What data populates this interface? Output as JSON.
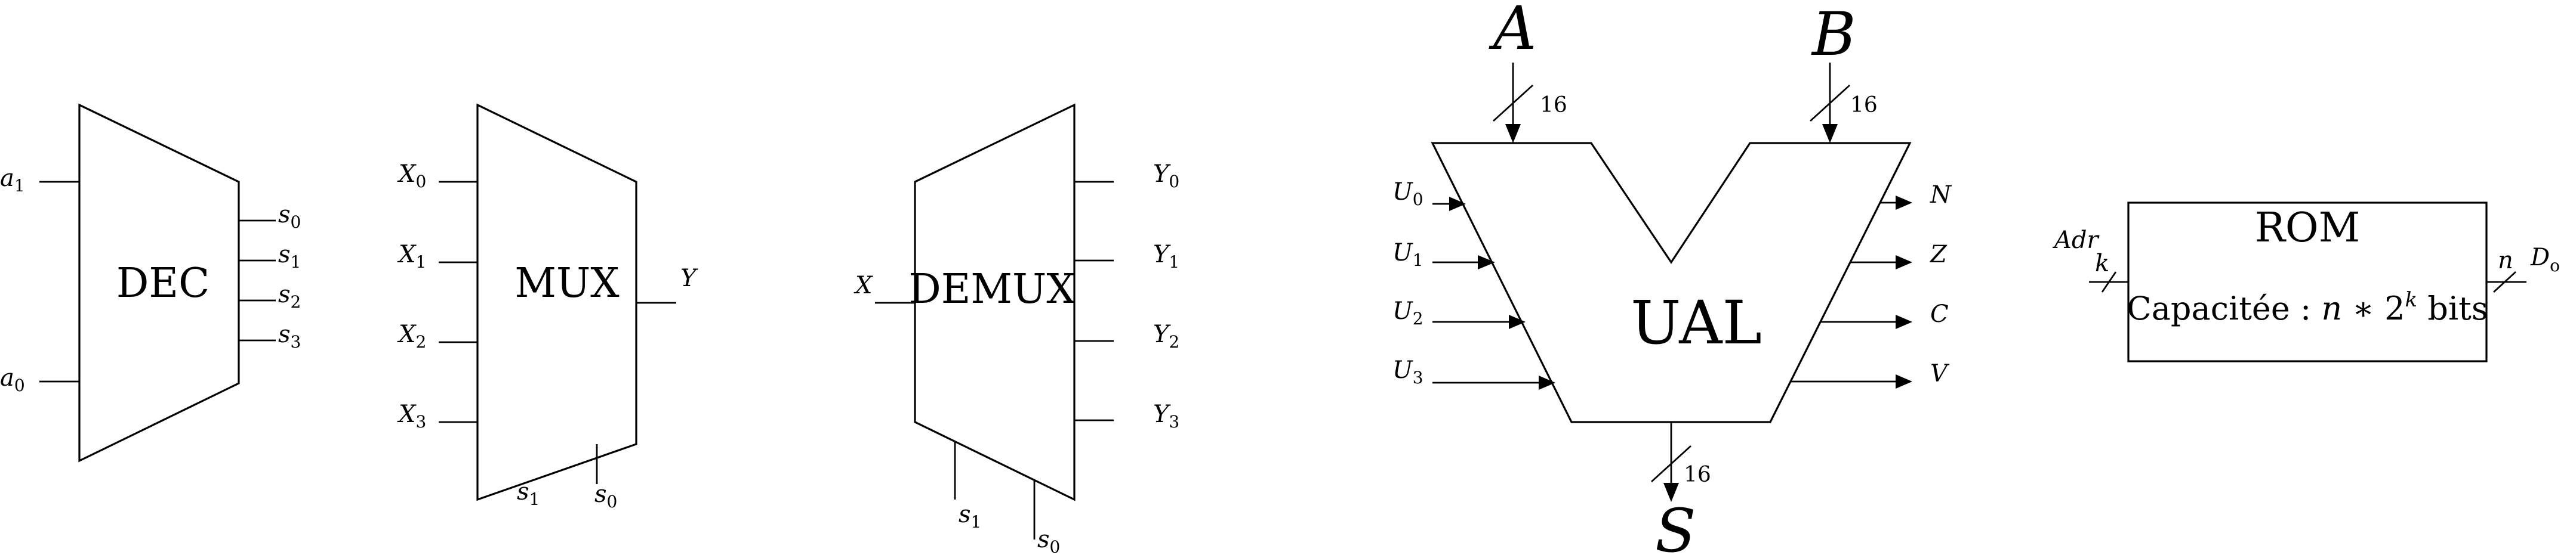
{
  "dec": {
    "title": "DEC",
    "inputs": [
      {
        "base": "a",
        "sub": "1"
      },
      {
        "base": "a",
        "sub": "0"
      }
    ],
    "outputs": [
      {
        "base": "s",
        "sub": "0"
      },
      {
        "base": "s",
        "sub": "1"
      },
      {
        "base": "s",
        "sub": "2"
      },
      {
        "base": "s",
        "sub": "3"
      }
    ]
  },
  "mux": {
    "title": "MUX",
    "inputs": [
      {
        "base": "X",
        "sub": "0"
      },
      {
        "base": "X",
        "sub": "1"
      },
      {
        "base": "X",
        "sub": "2"
      },
      {
        "base": "X",
        "sub": "3"
      }
    ],
    "output": "Y",
    "selects": [
      {
        "base": "s",
        "sub": "1"
      },
      {
        "base": "s",
        "sub": "0"
      }
    ]
  },
  "demux": {
    "title": "DEMUX",
    "input": "X",
    "outputs": [
      {
        "base": "Y",
        "sub": "0"
      },
      {
        "base": "Y",
        "sub": "1"
      },
      {
        "base": "Y",
        "sub": "2"
      },
      {
        "base": "Y",
        "sub": "3"
      }
    ],
    "selects": [
      {
        "base": "s",
        "sub": "1"
      },
      {
        "base": "s",
        "sub": "0"
      }
    ]
  },
  "ual": {
    "title": "UAL",
    "input_a": "A",
    "input_b": "B",
    "output": "S",
    "bus_width": "16",
    "controls": [
      {
        "base": "U",
        "sub": "0"
      },
      {
        "base": "U",
        "sub": "1"
      },
      {
        "base": "U",
        "sub": "2"
      },
      {
        "base": "U",
        "sub": "3"
      }
    ],
    "flags": [
      "N",
      "Z",
      "C",
      "V"
    ]
  },
  "rom": {
    "title": "ROM",
    "address_label": "Adr",
    "address_width": "k",
    "data_label": {
      "base": "D",
      "sub": "o"
    },
    "data_width": "n",
    "capacity": {
      "prefix": "Capacitée : ",
      "n": "n",
      "mult": " ∗ 2",
      "exp": "k",
      "suffix": " bits"
    }
  }
}
